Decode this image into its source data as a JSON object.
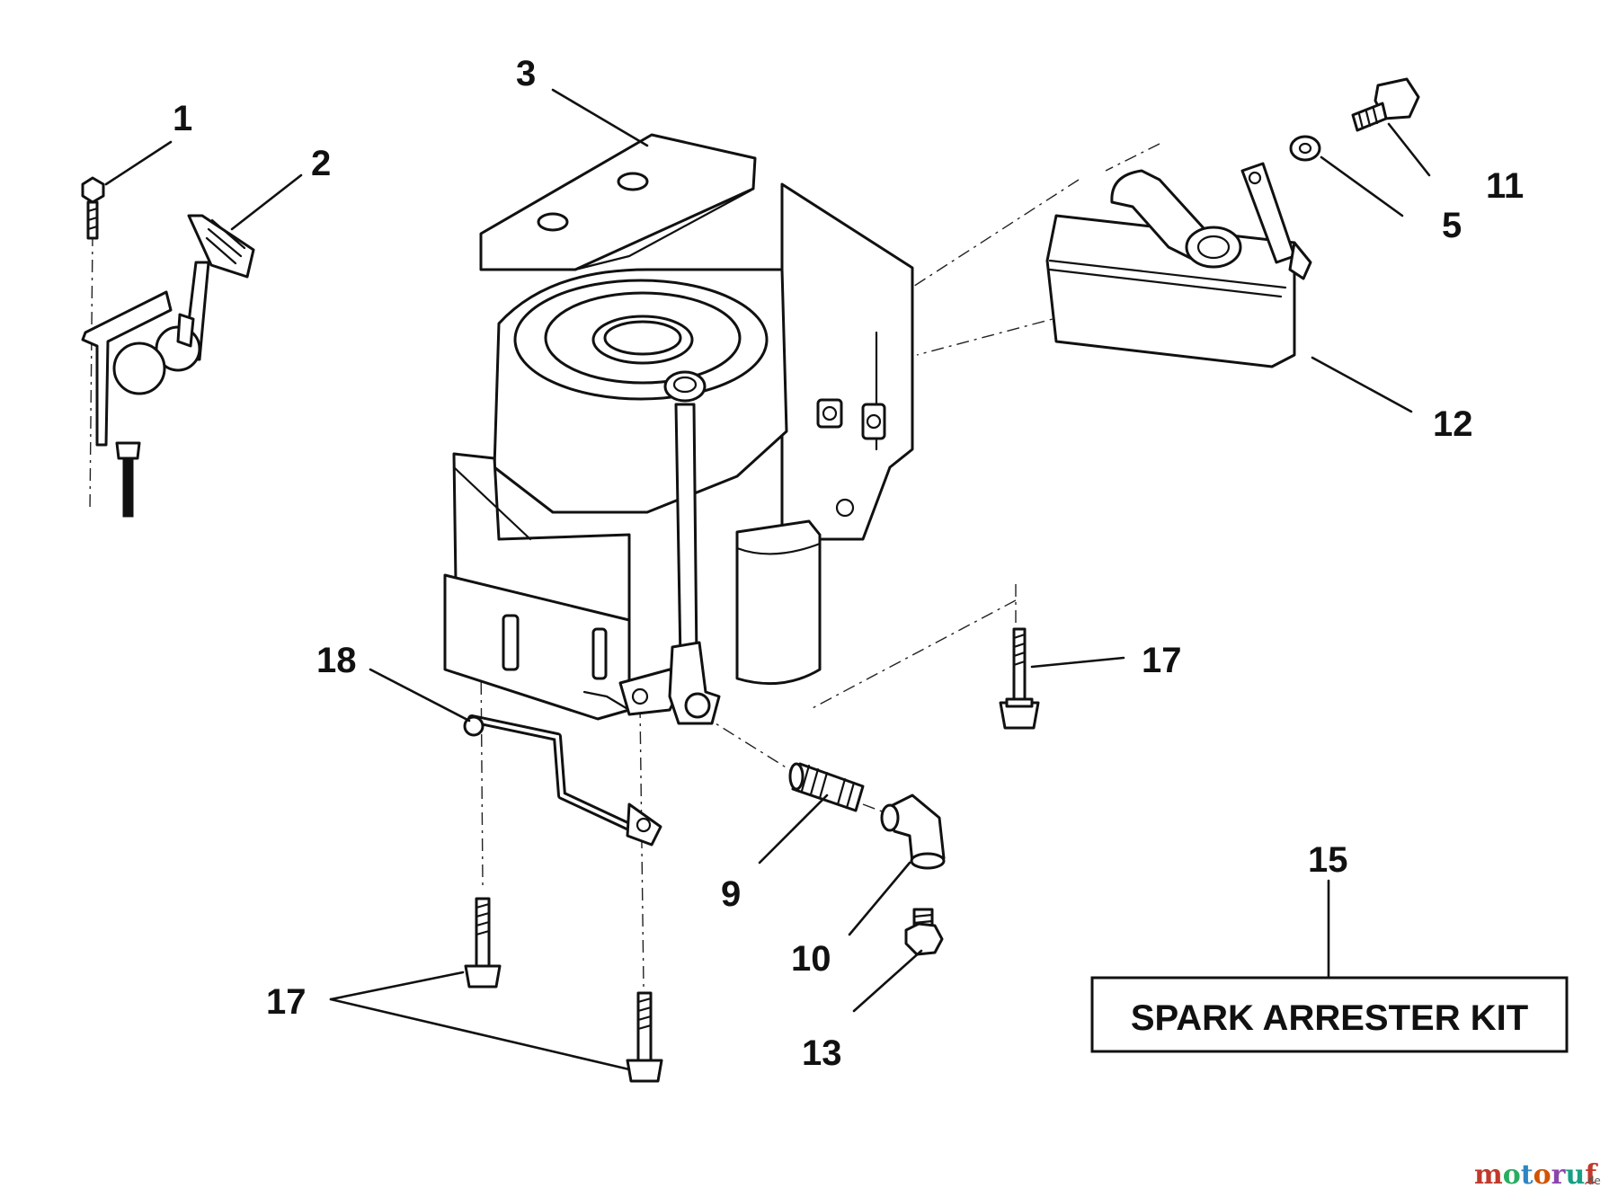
{
  "diagram": {
    "callouts": {
      "c1": "1",
      "c2": "2",
      "c3": "3",
      "c5": "5",
      "c9": "9",
      "c10": "10",
      "c11": "11",
      "c12": "12",
      "c13": "13",
      "c15": "15",
      "c17a": "17",
      "c17b": "17",
      "c18": "18"
    },
    "kit_label": "SPARK ARRESTER KIT"
  },
  "watermark": {
    "name": "motoruf",
    "tld": ".de",
    "colors": [
      "#c0392b",
      "#27ae60",
      "#2e86c1",
      "#d35400",
      "#8e44ad",
      "#16a085",
      "#c0392b"
    ]
  }
}
